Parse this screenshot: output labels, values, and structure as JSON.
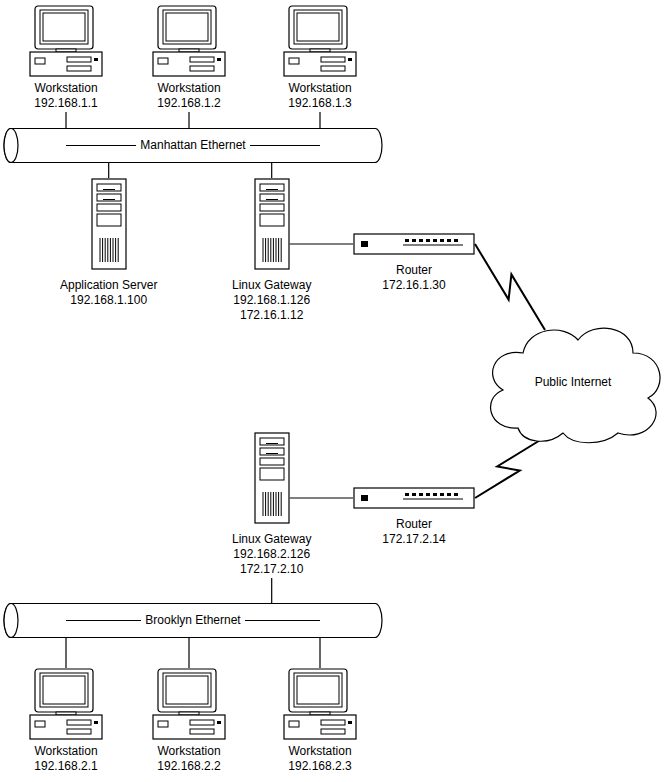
{
  "diagram": {
    "nodes": [
      {
        "text": [
          "Workstation",
          "192.168.1.1"
        ]
      },
      {
        "text": [
          "Workstation",
          "192.168.1.2"
        ]
      },
      {
        "text": [
          "Workstation",
          "192.168.1.3"
        ]
      },
      {
        "text": [
          "Manhattan Ethernet"
        ]
      },
      {
        "text": [
          "Application Server",
          "192.168.1.100"
        ]
      },
      {
        "text": [
          "Linux Gateway",
          "192.168.1.126",
          "172.16.1.12"
        ]
      },
      {
        "text": [
          "Router",
          "172.16.1.30"
        ]
      },
      {
        "text": [
          "Public Internet"
        ]
      },
      {
        "text": [
          "Linux Gateway",
          "192.168.2.126",
          "172.17.2.10"
        ]
      },
      {
        "text": [
          "Router",
          "172.17.2.14"
        ]
      },
      {
        "text": [
          "Brooklyn Ethernet"
        ]
      },
      {
        "text": [
          "Workstation",
          "192.168.2.1"
        ]
      },
      {
        "text": [
          "Workstation",
          "192.168.2.2"
        ]
      },
      {
        "text": [
          "Workstation",
          "192.168.2.3"
        ]
      }
    ],
    "edges": [
      {
        "from": 0,
        "to": 3,
        "arrow": "none"
      },
      {
        "from": 1,
        "to": 3,
        "arrow": "none"
      },
      {
        "from": 2,
        "to": 3,
        "arrow": "none"
      },
      {
        "from": 3,
        "to": 4,
        "arrow": "none"
      },
      {
        "from": 3,
        "to": 5,
        "arrow": "none"
      },
      {
        "from": 5,
        "to": 6,
        "arrow": "none"
      },
      {
        "from": 6,
        "to": 7,
        "arrow": "none"
      },
      {
        "from": 7,
        "to": 9,
        "arrow": "none"
      },
      {
        "from": 9,
        "to": 8,
        "arrow": "none"
      },
      {
        "from": 8,
        "to": 10,
        "arrow": "none"
      },
      {
        "from": 10,
        "to": 11,
        "arrow": "none"
      },
      {
        "from": 10,
        "to": 12,
        "arrow": "none"
      },
      {
        "from": 10,
        "to": 13,
        "arrow": "none"
      }
    ]
  }
}
